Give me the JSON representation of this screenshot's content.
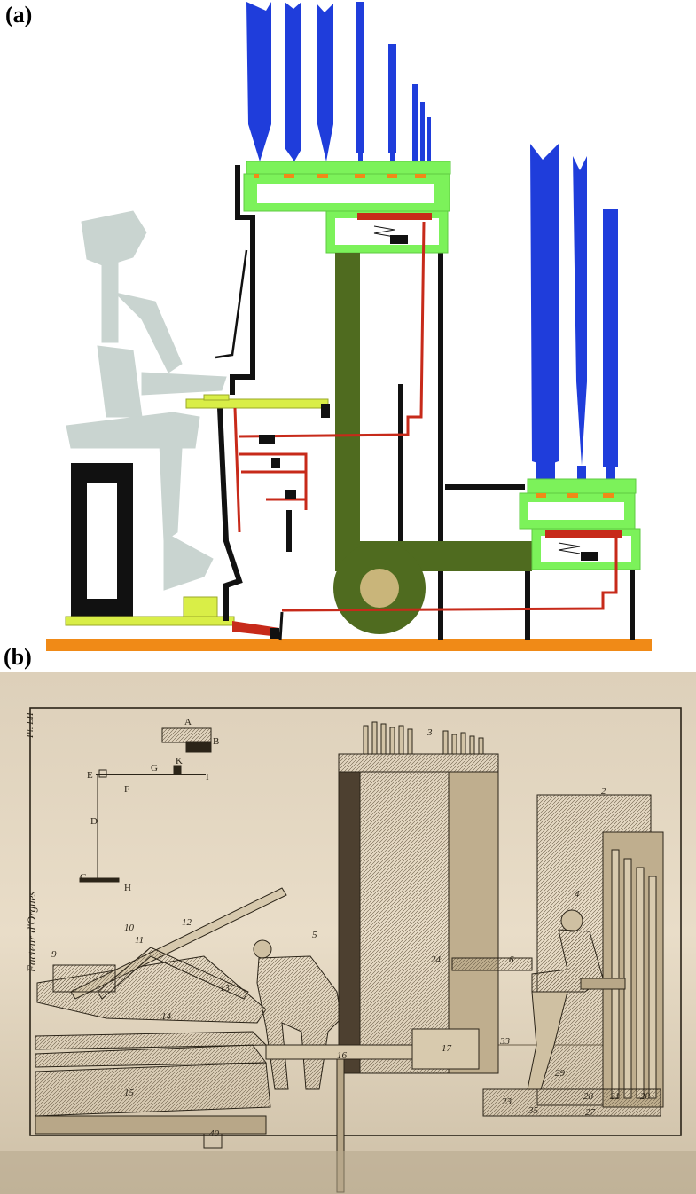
{
  "panels": {
    "a": {
      "label": "(a)"
    },
    "b": {
      "label": "(b)"
    }
  },
  "engraving": {
    "plate_id": "Pl. LII",
    "title": "Facteur d'Orgues",
    "letters": [
      "A",
      "B",
      "K",
      "G",
      "E",
      "F",
      "I",
      "D",
      "C",
      "H"
    ],
    "numbers": [
      "3",
      "9",
      "10",
      "11",
      "12",
      "5",
      "13",
      "14",
      "15",
      "16",
      "17",
      "4",
      "2",
      "20",
      "21",
      "23",
      "24",
      "27",
      "28",
      "29",
      "35",
      "40",
      "33",
      "6"
    ]
  },
  "colors": {
    "pipes": "#1f3ddb",
    "windchest": "#7cf25a",
    "tracker": "#c72a1a",
    "conduit": "#4f6b1f",
    "keys": "#d9ee47",
    "floor": "#f08a17",
    "frame": "#111111",
    "organist": "#c9d4d0",
    "paper": "#e6dac6",
    "ink": "#2b2418"
  }
}
